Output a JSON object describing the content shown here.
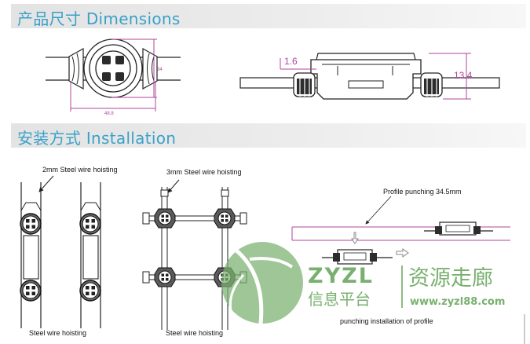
{
  "sections": {
    "dimensions_title": "产品尺寸 Dimensions",
    "installation_title": "安装方式 Installation"
  },
  "dimensions": {
    "front_height_label": "34",
    "front_width_label": "48.8",
    "side_top_label": "1.6",
    "side_height_label": "13.4"
  },
  "installation": {
    "label_2mm_wire": "2mm Steel wire hoisting",
    "label_3mm_wire": "3mm Steel wire hoisting",
    "label_steel_wire_left": "Steel wire hoisting",
    "label_steel_wire_mid": "Steel wire hoisting",
    "label_profile_punching": "Profile punching 34.5mm",
    "label_punching_install": "punching installation of profile"
  },
  "watermark": {
    "brand_latin": "ZYZL",
    "brand_cn_left": "信息平台",
    "brand_cn_right": "资源走廊",
    "url": "www.zyzl88.com"
  },
  "colors": {
    "section_title": "#3aa1c9",
    "dimension_lines": "#b0469f",
    "watermark_green": "#79b06f"
  }
}
